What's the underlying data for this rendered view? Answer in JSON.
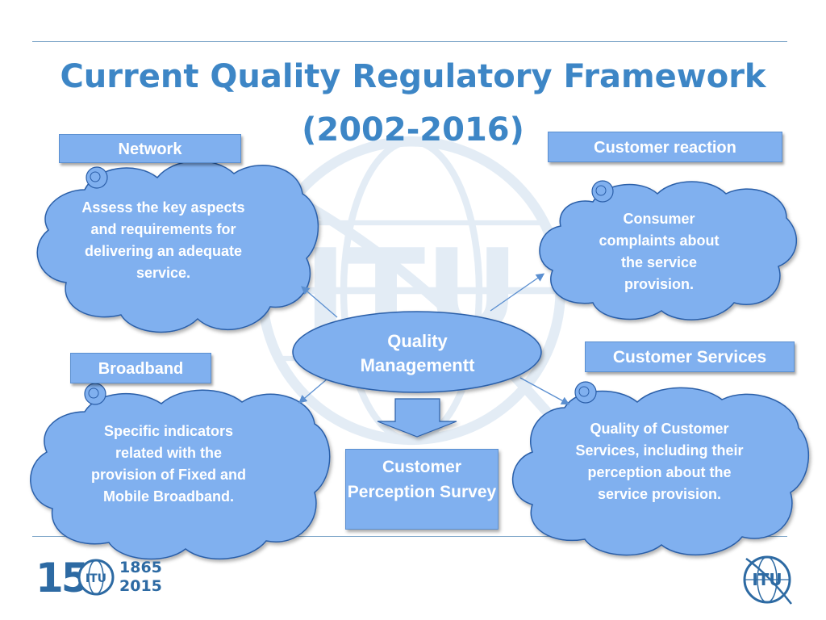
{
  "title": {
    "line1": "Current Quality Regulatory Framework",
    "line2": "(2002-2016)"
  },
  "labels": {
    "network": "Network",
    "customer_reaction": "Customer reaction",
    "broadband": "Broadband",
    "customer_services": "Customer Services"
  },
  "clouds": {
    "network": "Assess the key aspects and requirements for delivering an adequate service.",
    "customer_reaction": "Consumer complaints about the service provision.",
    "broadband": "Specific indicators related with the provision of Fixed and Mobile Broadband.",
    "customer_services": "Quality of Customer Services, including their perception about the service provision."
  },
  "center": {
    "label": "Quality Managementt"
  },
  "survey": {
    "label": "Customer Perception Survey"
  },
  "footer": {
    "anniversary_number": "150",
    "year_start": "1865",
    "year_end": "2015",
    "logo_text": "ITU"
  },
  "colors": {
    "title": "#3d86c6",
    "box_fill": "#80b0ef",
    "cloud_fill": "#80b0ef",
    "cloud_stroke": "#2a5ea8",
    "rule": "#7fa7c9"
  }
}
